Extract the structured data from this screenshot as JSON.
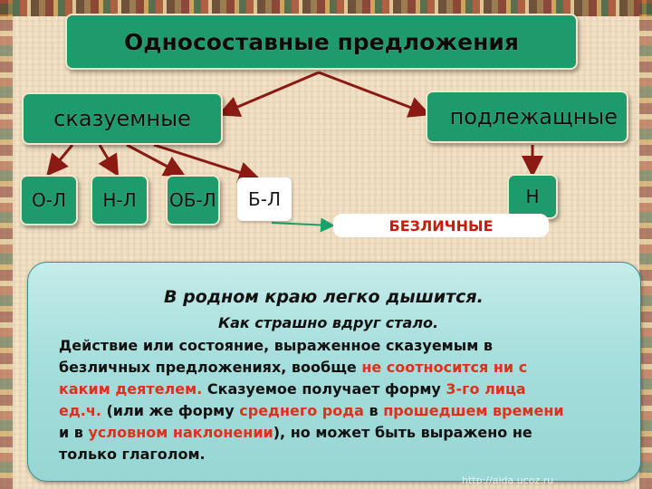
{
  "title": "Односоставные предложения",
  "left_group": "сказуемные",
  "right_group": "подлежащные",
  "types": {
    "ol": "О-Л",
    "nl": "Н-Л",
    "obl": "ОБ-Л",
    "bl": "Б-Л",
    "n": "Н"
  },
  "bl_caption": "БЕЗЛИЧНЫЕ",
  "examples": {
    "ex1": "В родном краю легко дышится.",
    "ex2": "Как страшно вдруг стало."
  },
  "explanation": [
    {
      "text": " Действие или состояние, выраженное сказуемым в безличных предложениях, вообще ",
      "highlight": false
    },
    {
      "text": "не соотносится ни с каким деятелем.",
      "highlight": true
    },
    {
      "text": " Сказуемое получает форму ",
      "highlight": false
    },
    {
      "text": "3-го лица ед.ч.",
      "highlight": true
    },
    {
      "text": " (или же форму ",
      "highlight": false
    },
    {
      "text": "среднего рода",
      "highlight": true
    },
    {
      "text": " в ",
      "highlight": false
    },
    {
      "text": "прошедшем времени",
      "highlight": true
    },
    {
      "text": " и в ",
      "highlight": false
    },
    {
      "text": "условном наклонении",
      "highlight": true
    },
    {
      "text": "), но может быть выражено не только глаголом.",
      "highlight": false
    }
  ],
  "watermark": "http://aida.ucoz.ru",
  "colors": {
    "box_fill": "#1d9b6c",
    "arrow": "#8b1a12",
    "highlight": "#e0301a",
    "panel": "#a5dedc"
  }
}
